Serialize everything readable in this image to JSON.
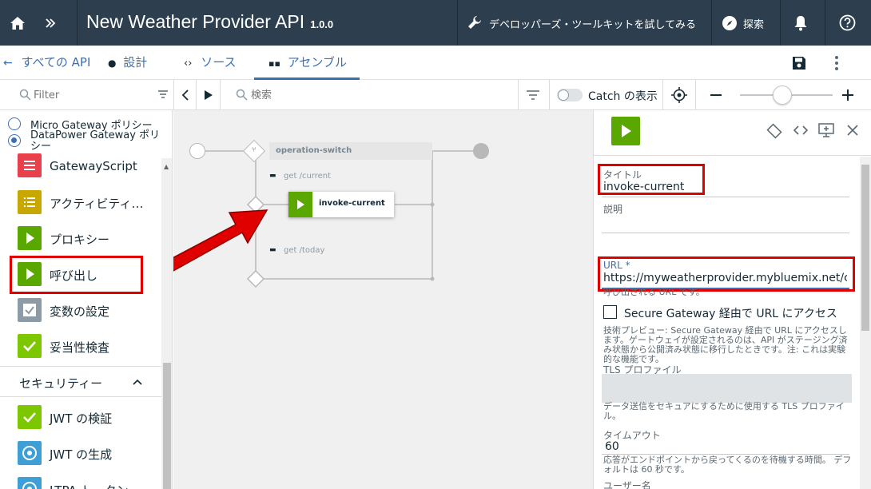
{
  "header": {
    "title": "New Weather Provider API",
    "version": "1.0.0",
    "devkit_label": "デベロッパーズ・ツールキットを試してみる",
    "explore_label": "探索"
  },
  "tabs": {
    "back_label": "すべての API",
    "design": "設計",
    "source": "ソース",
    "assemble": "アセンブル"
  },
  "toolbar": {
    "filter_placeholder": "Filter",
    "search_placeholder": "検索",
    "catch_label": "Catch の表示"
  },
  "palette": {
    "gateway_options": [
      "Micro Gateway ポリシー",
      "DataPower Gateway ポリシー"
    ],
    "items": [
      {
        "label": "GatewayScript",
        "color": "#e8414b"
      },
      {
        "label": "アクティビティ…",
        "color": "#c8a800"
      },
      {
        "label": "プロキシー",
        "color": "#5aa700"
      },
      {
        "label": "呼び出し",
        "color": "#5aa700"
      },
      {
        "label": "変数の設定",
        "color": "#8c9ba5"
      },
      {
        "label": "妥当性検査",
        "color": "#7cc700"
      }
    ],
    "security_header": "セキュリティー",
    "security_items": [
      {
        "label": "JWT の検証",
        "color": "#7cc700"
      },
      {
        "label": "JWT の生成",
        "color": "#3d9fd6"
      },
      {
        "label": "LTPA トークン",
        "color": "#3d9fd6"
      }
    ]
  },
  "canvas": {
    "switch_label": "operation-switch",
    "case1": "get /current",
    "case2": "get /today",
    "invoke_label": "invoke-current"
  },
  "properties": {
    "title_label": "タイトル",
    "title_value": "invoke-current",
    "description_label": "説明",
    "url_label": "URL *",
    "url_value": "https://myweatherprovider.mybluemix.net/current",
    "url_help": "呼び出される URL です。",
    "secure_gateway_label": "Secure Gateway 経由で URL にアクセス",
    "secure_gateway_help": "技術プレビュー: Secure Gateway 経由で URL にアクセスします。ゲートウェイが設定されるのは、API がステージング済み状態から公開済み状態に移行したときです。注: これは実験的な機能です。",
    "tls_label": "TLS プロファイル",
    "tls_help": "データ送信をセキュアにするために使用する TLS プロファイル。",
    "timeout_label": "タイムアウト",
    "timeout_value": "60",
    "timeout_help": "応答がエンドポイントから戻ってくるのを待機する時間。 デフォルトは 60 秒です。",
    "username_label": "ユーザー名"
  },
  "colors": {
    "header_bg": "#2d3f4f",
    "accent": "#3d70b2",
    "highlight": "#e00000",
    "invoke_green": "#5aa700"
  }
}
